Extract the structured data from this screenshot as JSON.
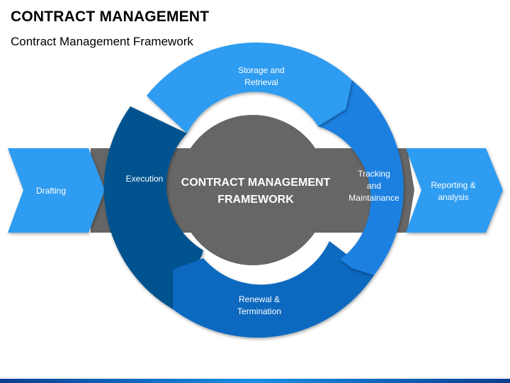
{
  "title": "CONTRACT MANAGEMENT",
  "subtitle": "Contract Management Framework",
  "center_label": "CONTRACT MANAGEMENT\nFRAMEWORK",
  "stages": {
    "drafting": "Drafting",
    "execution": "Execution",
    "storage": "Storage and\nRetrieval",
    "tracking": "Tracking\nand\nMaintainance",
    "renewal": "Renewal &\nTermination",
    "reporting": "Reporting &\nanalysis"
  },
  "colors": {
    "light_blue": "#2f9cf0",
    "mid_blue": "#1e80e0",
    "dark_blue": "#06538f",
    "renewal_blue": "#0a69c0",
    "gray_bar": "#666666"
  }
}
